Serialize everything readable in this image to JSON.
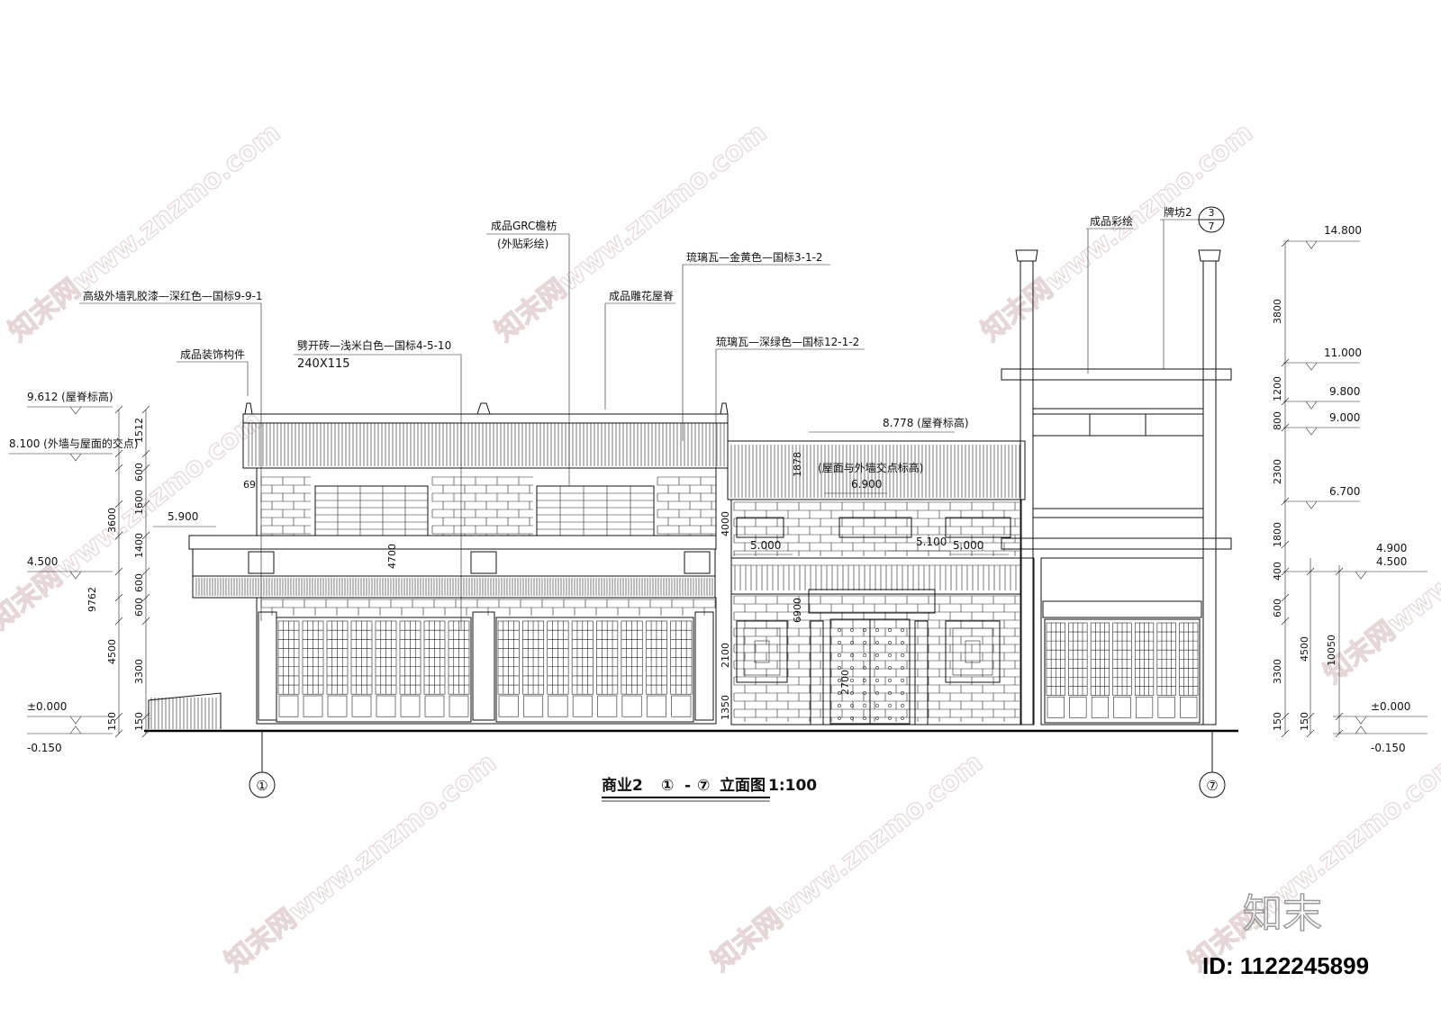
{
  "drawing": {
    "title": "商业2",
    "title_axes_from": "①",
    "title_dash": "-",
    "title_axes_to": "⑦",
    "title_suffix": "立面图",
    "scale": "1:100",
    "axis_left": "①",
    "axis_right": "⑦",
    "detail_ref_top": "3",
    "detail_ref_bottom": "7"
  },
  "annotations": {
    "grc": "成品GRC檐枋",
    "grc_sub": "(外贴彩绘)",
    "tile_gold": "琉璃瓦—金黄色—国标3-1-2",
    "paint_red": "高级外墙乳胶漆—深红色—国标9-9-1",
    "ridge": "成品雕花屋脊",
    "decor": "成品装饰构件",
    "brick": "劈开砖—浅米白色—国标4-5-10",
    "brick_size": "240X115",
    "tile_green": "琉璃瓦—深绿色—国标12-1-2",
    "painted": "成品彩绘",
    "paifang": "牌坊2",
    "ridge_878": "8.778 (屋脊标高)",
    "intersect_note": "(屋面与外墙交点标高)"
  },
  "levels_left": {
    "l9612": "9.612 (屋脊标高)",
    "l8100": "8.100 (外墙与屋面的交点)",
    "l5900": "5.900",
    "l4500": "4.500",
    "l0": "±0.000",
    "lneg": "-0.150"
  },
  "levels_right": {
    "r14800": "14.800",
    "r11000": "11.000",
    "r9800": "9.800",
    "r9000": "9.000",
    "r6700": "6.700",
    "r4900": "4.900",
    "r4500": "4.500",
    "r0": "±0.000",
    "rneg": "-0.150"
  },
  "levels_mid": {
    "m6900": "6.900",
    "m5000a": "5.000",
    "m5100": "5.100",
    "m5000b": "5.000"
  },
  "dims_left": {
    "d1512": "1512",
    "d600a": "600",
    "d1600": "1600",
    "d1400": "1400",
    "d600b": "600",
    "d600c": "600",
    "d3300": "3300",
    "d150": "150",
    "d3600": "3600",
    "d4500": "4500",
    "d9762": "9762",
    "d150b": "150"
  },
  "dims_right": {
    "d3800": "3800",
    "d1200": "1200",
    "d800": "800",
    "d2300": "2300",
    "d1800": "1800",
    "d400": "400",
    "d600": "600",
    "d3300": "3300",
    "d4500": "4500",
    "d10050": "10050",
    "d150": "150",
    "d150b": "150"
  },
  "dims_inner": {
    "d1878": "1878",
    "d6900": "6900",
    "d4000": "4000",
    "d2100": "2100",
    "d1350": "1350",
    "d2700": "2700",
    "d69": "69",
    "d4700": "4700"
  },
  "watermarks": {
    "site": "知末网www.znzmo.com",
    "logo": "知末",
    "image_id": "ID: 1122245899"
  }
}
